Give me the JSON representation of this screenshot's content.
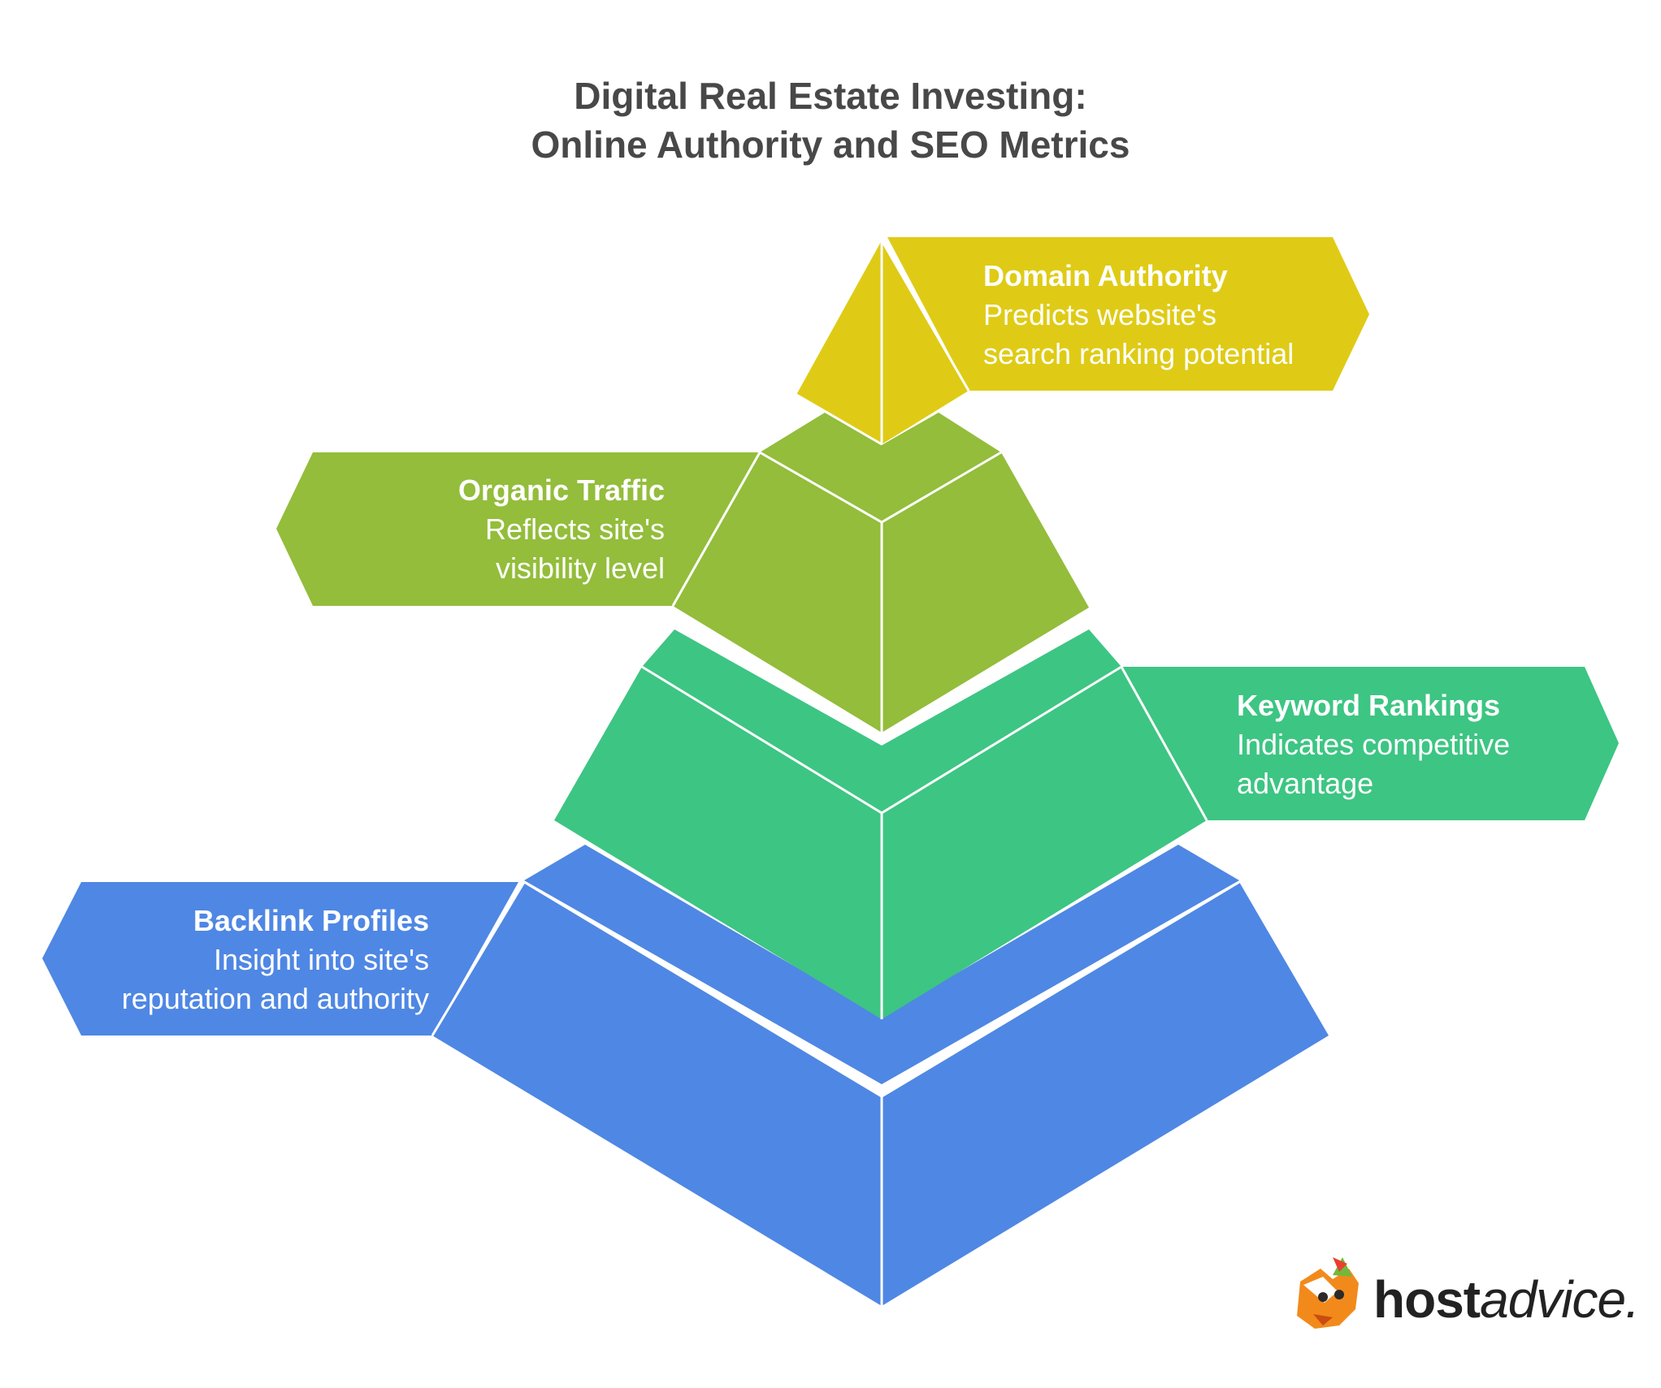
{
  "title": {
    "line1": "Digital Real Estate Investing:",
    "line2": "Online Authority and SEO Metrics"
  },
  "levels": [
    {
      "heading": "Domain Authority",
      "lines": [
        "Predicts website's",
        "search ranking potential"
      ],
      "color": "#dfcb16"
    },
    {
      "heading": "Organic Traffic",
      "lines": [
        "Reflects site's",
        "visibility level"
      ],
      "color": "#93bd3b"
    },
    {
      "heading": "Keyword Rankings",
      "lines": [
        "Indicates competitive",
        "advantage"
      ],
      "color": "#3dc583"
    },
    {
      "heading": "Backlink Profiles",
      "lines": [
        "Insight into site's",
        "reputation and authority"
      ],
      "color": "#4f87e4"
    }
  ],
  "logo": {
    "bold_part": "host",
    "light_part": "advice.",
    "icon": "fox-mascot-icon"
  }
}
